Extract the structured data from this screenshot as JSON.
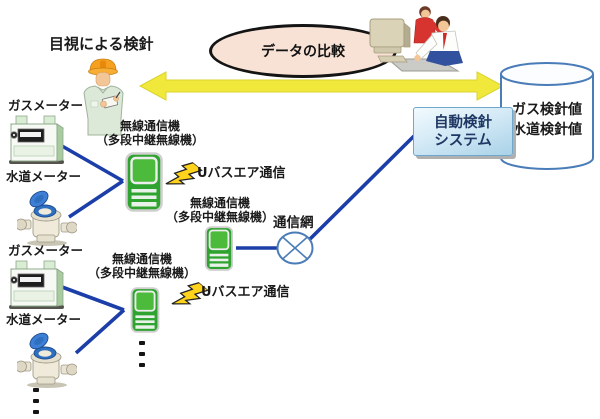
{
  "labels": {
    "manual_reading": "目視による検針",
    "data_comparison": "データの比較",
    "gas_meter": "ガスメーター",
    "water_meter": "水道メーター",
    "wireless_device_line1": "無線通信機",
    "wireless_device_line2": "（多段中継無線機）",
    "ubus_air": "Uバスエア通信",
    "network": "通信網",
    "auto_system_line1": "自動検針",
    "auto_system_line2": "システム",
    "db_gas": "ガス検針値",
    "db_water": "水道検針値"
  },
  "colors": {
    "arrow_yellow": "#F0E93C",
    "comparison_ellipse_fill": "#F8E2D6",
    "connection_line_blue": "#1C3EA8",
    "network_node_stroke": "#4A7CB8",
    "device_green": "#2FA32F",
    "system_box_fill": "#BFE0F0",
    "system_box_text": "#1F3864",
    "lightning_yellow": "#FFD21C"
  }
}
